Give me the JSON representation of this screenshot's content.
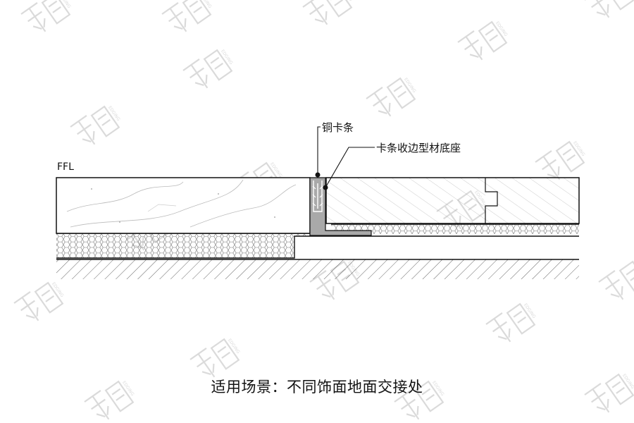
{
  "diagram": {
    "level_label": "FFL",
    "callouts": {
      "strip": "铜卡条",
      "base": "卡条收边型材底座"
    }
  },
  "caption": "适用场景：不同饰面地面交接处",
  "watermark": {
    "text": "EDGING"
  },
  "colors": {
    "line": "#111111",
    "profile": "#a9a9a9",
    "watermark": "#bdbdbd",
    "background": "#ffffff"
  }
}
